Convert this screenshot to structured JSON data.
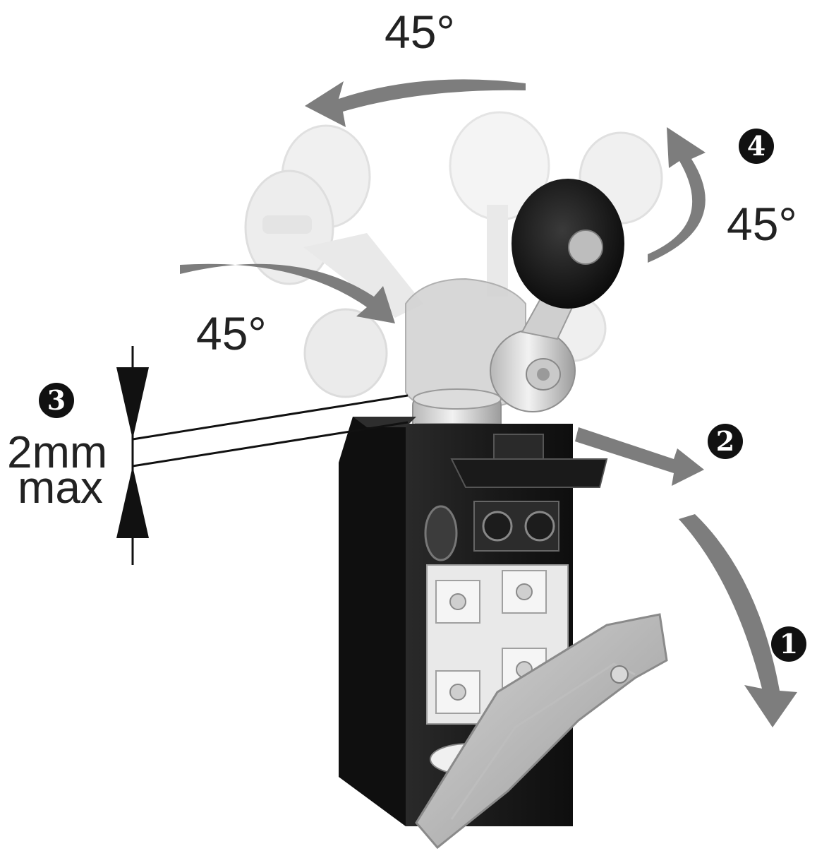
{
  "labels": {
    "angle_top": "45°",
    "angle_right": "45°",
    "angle_left": "45°",
    "clearance_value": "2mm",
    "clearance_unit": "max"
  },
  "steps": {
    "step1": "1",
    "step2": "2",
    "step3": "3",
    "step4": "4"
  },
  "colors": {
    "arrow_gray": "#7d7d7d",
    "housing_black": "#1c1c1c",
    "ghost_gray": "#dedede",
    "roller_black": "#151515",
    "badge_black": "#111111"
  }
}
